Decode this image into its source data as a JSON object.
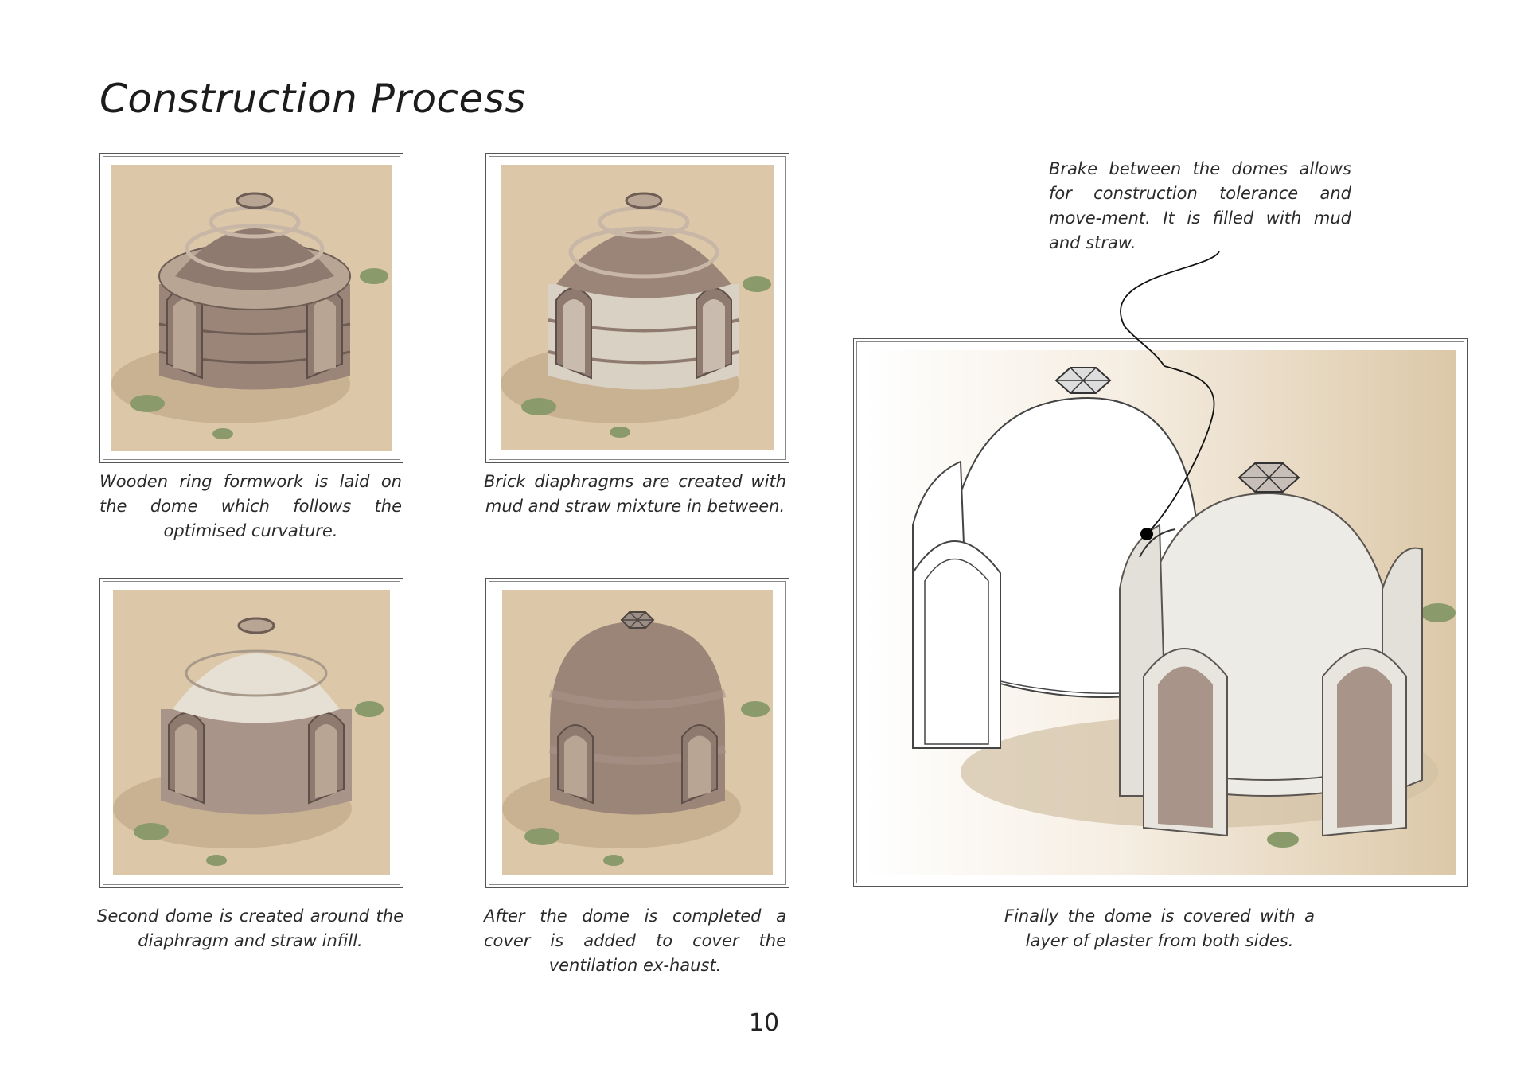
{
  "page": {
    "title": "Construction Process",
    "page_number": "10"
  },
  "steps": [
    {
      "caption": "Wooden ring formwork is laid on the dome which follows the optimised curvature."
    },
    {
      "caption": "Brick diaphragms are created with mud and straw mixture in between."
    },
    {
      "caption": "Second dome is created around the diaphragm and straw infill."
    },
    {
      "caption": "After the dome is completed a cover is added to cover the ventilation ex-haust."
    },
    {
      "caption": "Finally the dome is covered with a layer of plaster from both sides."
    }
  ],
  "annotation": {
    "text": "Brake between the domes allows for construction tolerance and move-ment. It is filled with mud and straw."
  },
  "colors": {
    "sand": "#dcc8a8",
    "brick": "#9b8478",
    "plaster": "#ecebe6",
    "shrub": "#8a9a6a"
  }
}
